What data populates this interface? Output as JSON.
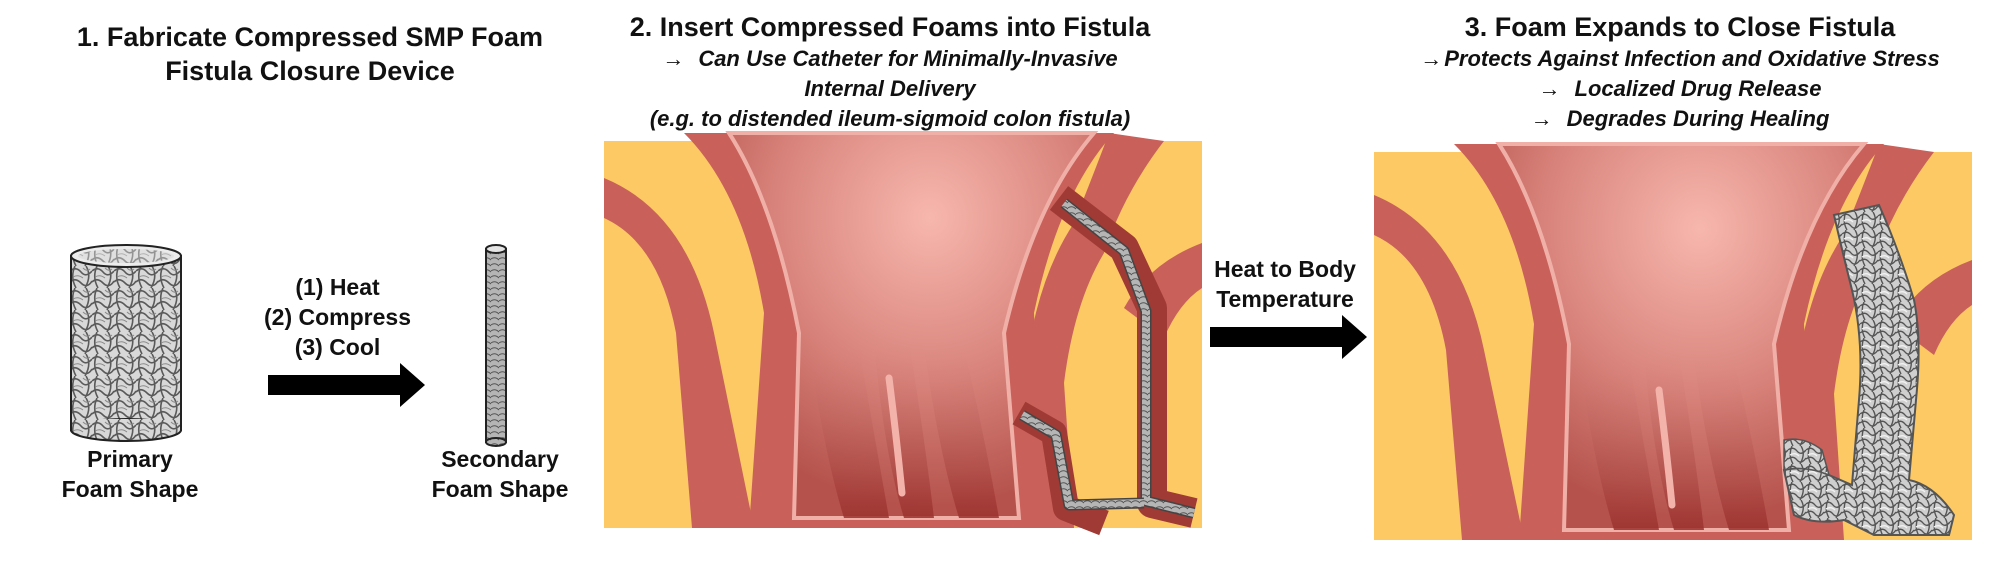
{
  "step1": {
    "title_line1": "1. Fabricate Compressed SMP Foam",
    "title_line2": "Fistula Closure Device",
    "process": [
      "(1) Heat",
      "(2) Compress",
      "(3) Cool"
    ],
    "primary_line1": "Primary",
    "primary_line2": "Foam Shape",
    "secondary_line1": "Secondary",
    "secondary_line2": "Foam Shape"
  },
  "step2": {
    "title": "2. Insert Compressed Foams into Fistula",
    "sub_line1": "Can Use Catheter for Minimally-Invasive",
    "sub_line2": "Internal Delivery",
    "sub_line3": "(e.g. to distended ileum-sigmoid colon fistula)"
  },
  "transition": {
    "line1": "Heat to Body",
    "line2": "Temperature"
  },
  "step3": {
    "title": "3. Foam Expands to Close Fistula",
    "bullets": [
      "Protects Against Infection and Oxidative Stress",
      "Localized Drug Release",
      "Degrades During Healing"
    ]
  },
  "glyphs": {
    "arrow": "→"
  },
  "colors": {
    "fat": "#fcc964",
    "wall": "#c9605a",
    "lumen": "#eaa09a",
    "lumen_dark": "#a33a36",
    "foam": "#9a9a9a",
    "arrow": "#000000"
  }
}
